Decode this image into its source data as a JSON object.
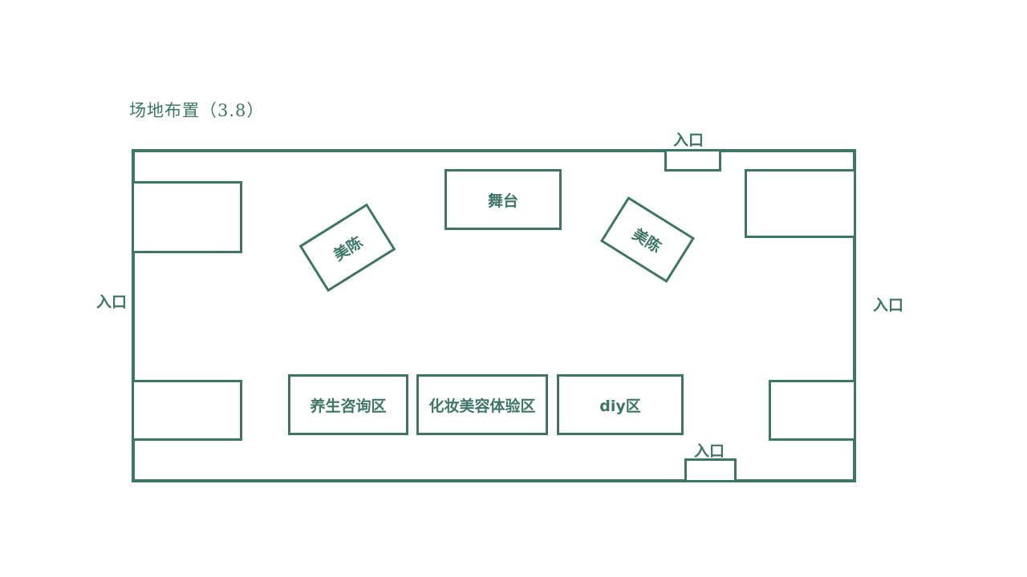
{
  "title": "场地布置（3.8）",
  "colors": {
    "accent": "#3d7567"
  },
  "entrances": {
    "top": "入口",
    "left": "入口",
    "right": "入口",
    "bottom": "入口"
  },
  "zones": {
    "stage": "舞台",
    "art_display_left": "美陈",
    "art_display_right": "美陈",
    "health_consult": "养生咨询区",
    "makeup_experience": "化妆美容体验区",
    "diy": "diy区"
  }
}
